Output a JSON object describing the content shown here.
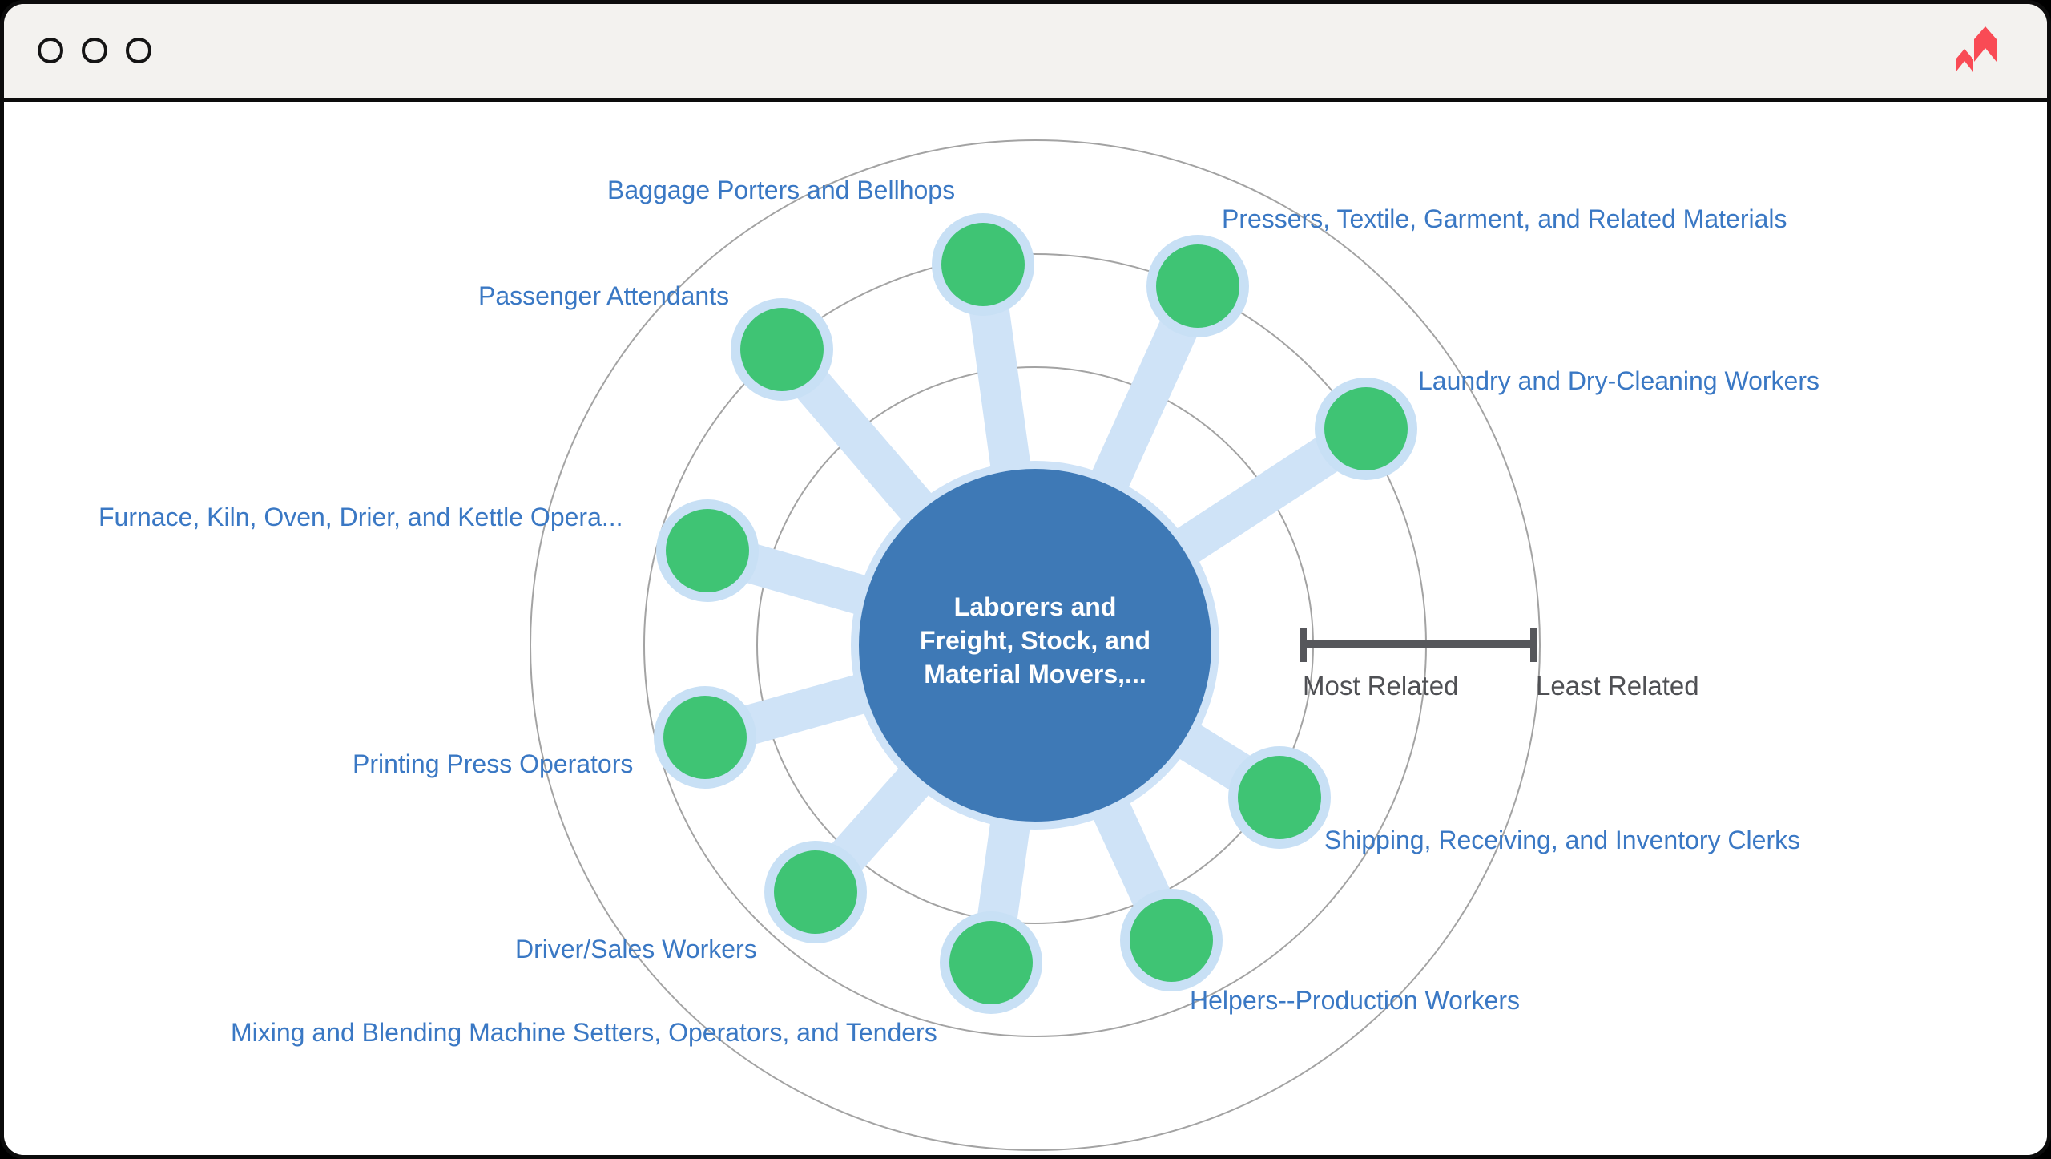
{
  "window": {
    "controls": [
      "window-control-1",
      "window-control-2",
      "window-control-3"
    ]
  },
  "logo": {
    "name": "lightcast-logo",
    "color": "#f94b55"
  },
  "diagram": {
    "type": "radial-relationship-graph",
    "center": {
      "label": "Laborers and Freight, Stock, and Material Movers,...",
      "lines": [
        "Laborers and",
        "Freight, Stock, and",
        "Material Movers,..."
      ],
      "color": "#3e79b6"
    },
    "legend": {
      "most": "Most Related",
      "least": "Least Related"
    },
    "colors": {
      "node_green": "#3fc474",
      "halo_blue": "#c8e0f5",
      "spoke_blue": "#cfe3f7",
      "center_blue": "#3e79b6",
      "label_blue": "#3a78c4",
      "ring_gray": "#a3a3a3",
      "scale_gray": "#56575b"
    },
    "rings": 3,
    "nodes": [
      {
        "label": "Baggage Porters and Bellhops"
      },
      {
        "label": "Passenger Attendants"
      },
      {
        "label": "Pressers, Textile, Garment, and Related Materials"
      },
      {
        "label": "Laundry and Dry-Cleaning Workers"
      },
      {
        "label": "Furnace, Kiln, Oven, Drier, and Kettle Opera..."
      },
      {
        "label": "Printing Press Operators"
      },
      {
        "label": "Shipping, Receiving, and Inventory Clerks"
      },
      {
        "label": "Driver/Sales Workers"
      },
      {
        "label": "Mixing and Blending Machine Setters, Operators, and Tenders"
      },
      {
        "label": "Helpers--Production Workers"
      }
    ]
  }
}
